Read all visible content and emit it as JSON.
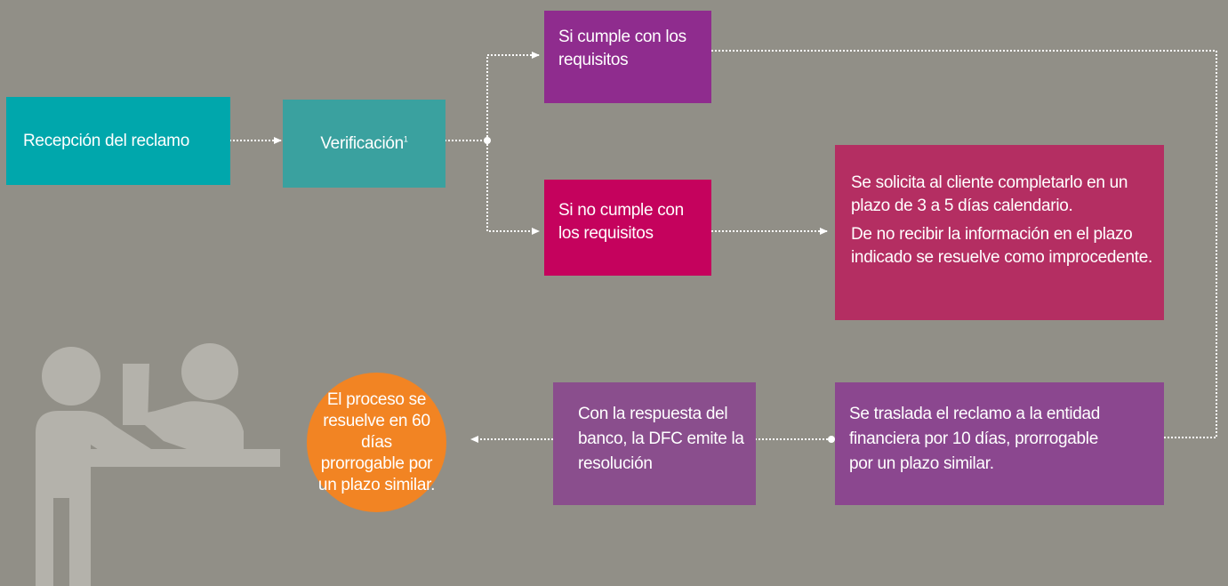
{
  "colors": {
    "background": "#918f87",
    "recepcion": "#00a7ac",
    "verificacion": "#3aa19f",
    "si_cumple": "#8f2c8e",
    "no_cumple": "#c5025d",
    "solicita": "#b42e62",
    "traslada": "#8b478f",
    "respuesta": "#8a4e8d",
    "resultado": "#f28423",
    "people_icon": "#b4b2ab"
  },
  "icons": {
    "illustration": "people-at-counter-icon"
  },
  "steps": {
    "recepcion": "Recepción del reclamo",
    "verificacion": "Verificación",
    "verificacion_note": "1",
    "si_cumple": "Si cumple con los requisitos",
    "no_cumple": "Si no cumple con los requisitos",
    "solicita_1": "Se solicita al cliente completarlo en un plazo de 3 a 5 días calendario.",
    "solicita_2": "De no recibir la información en el plazo indicado se resuelve como improcedente.",
    "traslada": "Se traslada el reclamo a la entidad financiera por 10 días, prorrogable por un plazo similar.",
    "respuesta": "Con la respuesta del banco, la DFC emite la resolución",
    "resultado": "El proceso se resuelve en 60 días prorrogable por un plazo similar."
  }
}
